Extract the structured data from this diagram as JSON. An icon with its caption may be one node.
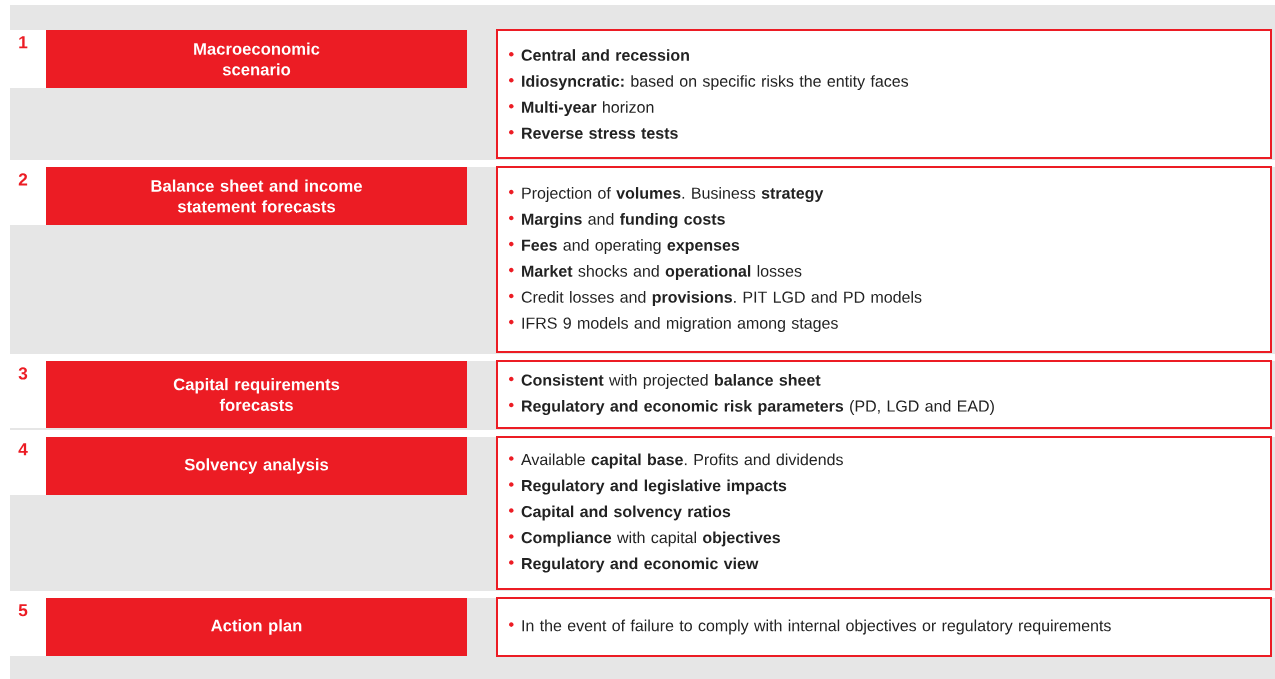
{
  "diagram": {
    "nodes": [
      {
        "text": [
          "Macroeconomic scenario"
        ],
        "beside": [
          "1"
        ]
      },
      {
        "text": [
          "**Central and recession**",
          "**Idiosyncratic:** based on specific risks the entity faces",
          "**Multi-year** horizon",
          "**Reverse stress tests**"
        ]
      },
      {
        "text": [
          "Balance sheet and income statement forecasts"
        ],
        "beside": [
          "2"
        ]
      },
      {
        "text": [
          "Projection of **volumes**. Business **strategy**",
          "**Margins** and **funding costs**",
          "**Fees** and operating **expenses**",
          "**Market** shocks and **operational** losses",
          "Credit losses and **provisions**. PIT LGD and PD models",
          "IFRS 9 models and migration among stages"
        ]
      },
      {
        "text": [
          "Capital requirements forecasts"
        ],
        "beside": [
          "3"
        ]
      },
      {
        "text": [
          "**Consistent** with projected **balance sheet**",
          "**Regulatory and economic risk parameters** (PD, LGD and EAD)"
        ]
      },
      {
        "text": [
          "Solvency analysis"
        ],
        "beside": [
          "4"
        ]
      },
      {
        "text": [
          "Available **capital base**. Profits and dividends",
          "**Regulatory and legislative impacts**",
          "**Capital and solvency ratios**",
          "**Compliance** with capital **objectives**",
          "**Regulatory and economic view**"
        ]
      },
      {
        "text": [
          "Action plan"
        ],
        "beside": [
          "5"
        ]
      },
      {
        "text": [
          "In the event of failure to comply with internal objectives or regulatory requirements"
        ]
      }
    ]
  }
}
